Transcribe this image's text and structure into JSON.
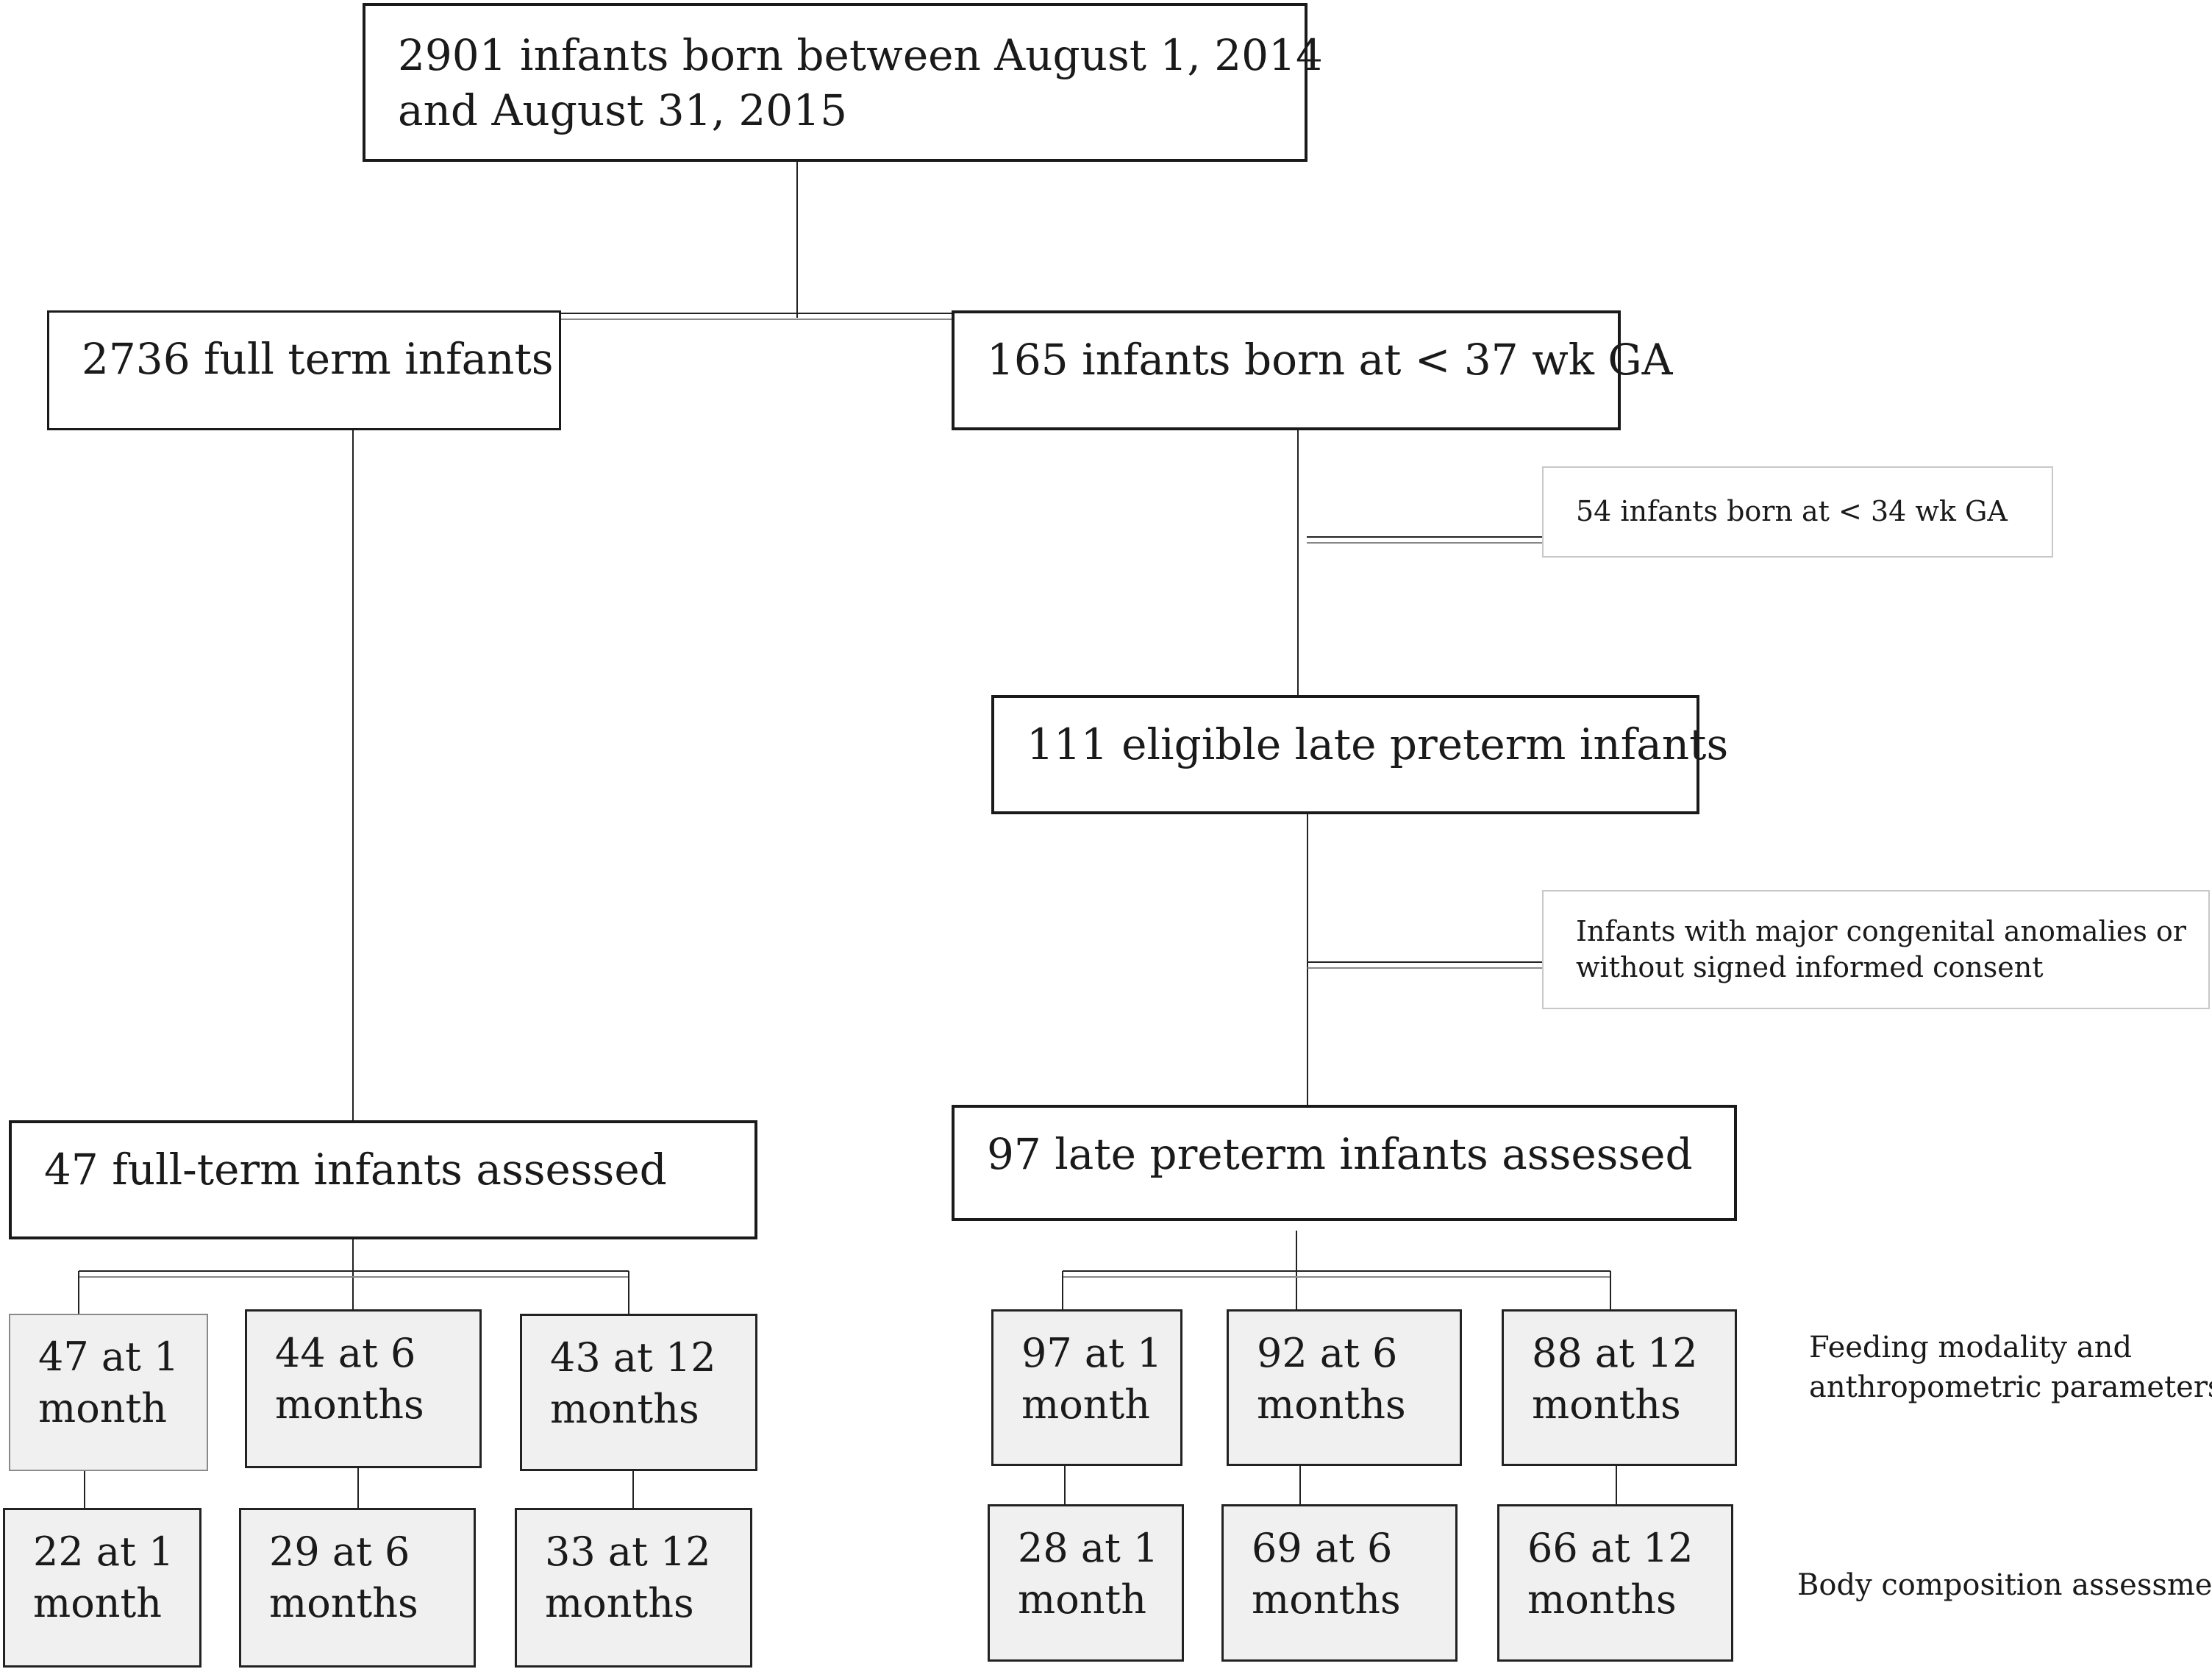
{
  "top_box": {
    "line1": "2901 infants born between August 1, 2014",
    "line2": "and August 31, 2015"
  },
  "full_term": {
    "label": "2736 full term infants",
    "assessed": "47 full-term infants assessed",
    "followups": [
      {
        "line1": "47 at 1",
        "line2": "month"
      },
      {
        "line1": "44 at 6",
        "line2": "months"
      },
      {
        "line1": "43 at 12",
        "line2": "months"
      }
    ],
    "body_comp": [
      {
        "line1": "22 at 1",
        "line2": "month"
      },
      {
        "line1": "29 at 6",
        "line2": "months"
      },
      {
        "line1": "33 at 12",
        "line2": "months"
      }
    ]
  },
  "preterm": {
    "label": "165 infants born at < 37 wk GA",
    "excluded_1": "54 infants born at < 34 wk GA",
    "eligible": "111 eligible late preterm infants",
    "excluded_2": {
      "line1": "Infants with major congenital anomalies or",
      "line2": "without signed informed consent"
    },
    "assessed": "97 late preterm infants assessed",
    "followups": [
      {
        "line1": "97 at 1",
        "line2": "month"
      },
      {
        "line1": "92 at 6",
        "line2": "months"
      },
      {
        "line1": "88 at 12",
        "line2": "months"
      }
    ],
    "body_comp": [
      {
        "line1": "28 at 1",
        "line2": "month"
      },
      {
        "line1": "69 at 6",
        "line2": "months"
      },
      {
        "line1": "66 at 12",
        "line2": "months"
      }
    ]
  },
  "row_labels": {
    "feeding": {
      "line1": "Feeding modality and",
      "line2": "anthropometric parameters"
    },
    "body": "Body composition assessment"
  }
}
